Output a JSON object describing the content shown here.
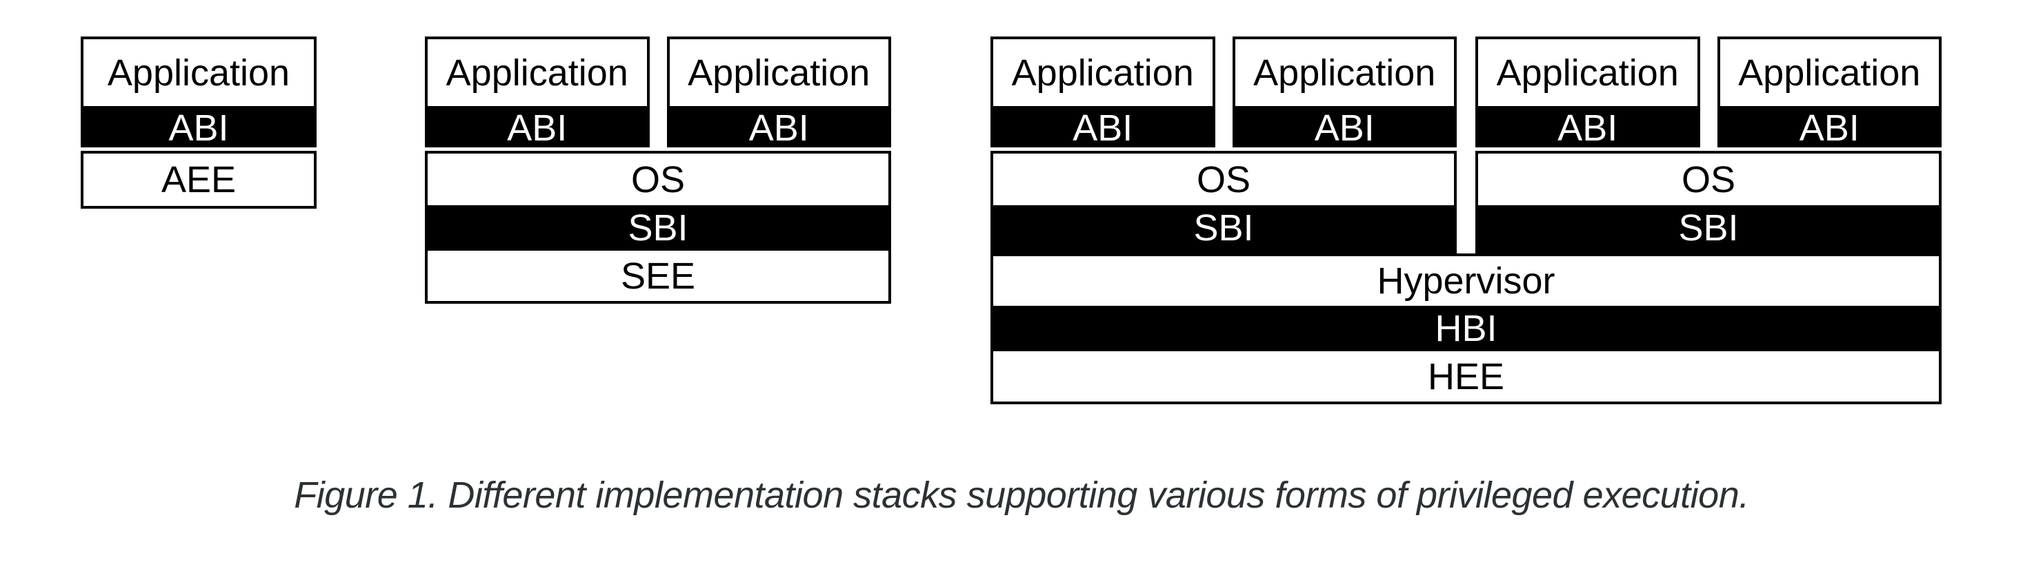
{
  "figure": {
    "caption": "Figure 1. Different implementation stacks supporting various forms of privileged execution.",
    "colors": {
      "background": "#ffffff",
      "bar_fill": "#000000",
      "border": "#000000",
      "label_dark": "#000000",
      "label_light": "#ffffff",
      "caption_text": "#2d3134"
    },
    "stacks": [
      {
        "name": "application-execution-environment-stack",
        "columns": [
          {
            "app": "Application",
            "abi": "ABI"
          }
        ],
        "layers": [
          {
            "label": "AEE",
            "style": "outlined-white"
          }
        ]
      },
      {
        "name": "supervisor-execution-environment-stack",
        "columns": [
          {
            "app": "Application",
            "abi": "ABI"
          },
          {
            "app": "Application",
            "abi": "ABI"
          }
        ],
        "layers": [
          {
            "label": "OS",
            "style": "outlined-white"
          },
          {
            "label": "SBI",
            "style": "filled-black"
          },
          {
            "label": "SEE",
            "style": "outlined-white"
          }
        ]
      },
      {
        "name": "hypervisor-execution-environment-stack",
        "groups": [
          {
            "columns": [
              {
                "app": "Application",
                "abi": "ABI"
              },
              {
                "app": "Application",
                "abi": "ABI"
              }
            ],
            "layers": [
              {
                "label": "OS",
                "style": "outlined-white"
              },
              {
                "label": "SBI",
                "style": "filled-black"
              }
            ]
          },
          {
            "columns": [
              {
                "app": "Application",
                "abi": "ABI"
              },
              {
                "app": "Application",
                "abi": "ABI"
              }
            ],
            "layers": [
              {
                "label": "OS",
                "style": "outlined-white"
              },
              {
                "label": "SBI",
                "style": "filled-black"
              }
            ]
          }
        ],
        "base_layers": [
          {
            "label": "Hypervisor",
            "style": "outlined-white"
          },
          {
            "label": "HBI",
            "style": "filled-black"
          },
          {
            "label": "HEE",
            "style": "outlined-white"
          }
        ]
      }
    ]
  }
}
